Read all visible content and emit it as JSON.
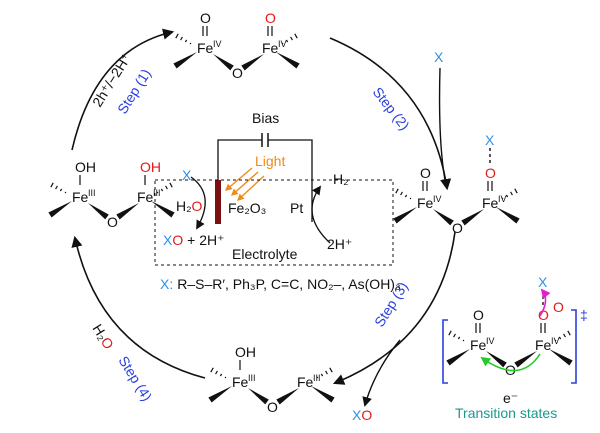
{
  "colors": {
    "step": "#2a3fe0",
    "x": "#2f8fe8",
    "oxygen": "#e01b1b",
    "light": "#f08a16",
    "transfer": "#22cc22",
    "oxo_transfer": "#e020d0",
    "ts": "#1a9a8a",
    "electrode": "#7a1010"
  },
  "steps": [
    "Step (1)",
    "Step (2)",
    "Step (3)",
    "Step (4)"
  ],
  "step1_reagent": "2h⁺/−2H⁺",
  "step2_reagent": "X",
  "step3_product": {
    "x": "X",
    "o": "O"
  },
  "step4_reagent": {
    "h2": "H₂",
    "o": "O"
  },
  "complexes": {
    "top": {
      "left_ox": "IV",
      "right_ox": "IV",
      "left_sub": "O",
      "right_sub": "O",
      "bridge": "O"
    },
    "left": {
      "left_ox": "III",
      "right_ox": "III",
      "left_sub": "OH",
      "right_sub": "OH",
      "bridge": "O"
    },
    "right": {
      "left_ox": "IV",
      "right_ox": "IV",
      "left_sub": "O",
      "right_sub": "O",
      "bridge": "O",
      "ligand": "X"
    },
    "bottom": {
      "left_ox": "III",
      "right_ox": "III",
      "left_sub": "OH",
      "bridge": "O"
    },
    "ts": {
      "left_ox": "IV",
      "right_ox": "IV",
      "left_sub": "O",
      "right_sub": "O",
      "bridge": "O",
      "ligand": "X",
      "moving_o": "O"
    }
  },
  "fe": "Fe",
  "cell": {
    "bias": "Bias",
    "light": "Light",
    "x": "X",
    "h2o_h2": "H₂",
    "h2o_o": "O",
    "photoanode": "Fe₂O₃",
    "cathode": "Pt",
    "h2": "H₂",
    "protons": "2H⁺",
    "product_x": "X",
    "product_o": "O",
    "product_rest": " + 2H⁺",
    "electrolyte": "Electrolyte"
  },
  "substrates": {
    "label": "X:",
    "list": "R–S–R′, Ph₃P, C=C, NO₂–, As(OH)₃"
  },
  "transition": {
    "double_dagger": "‡",
    "electron": "e⁻",
    "label": "Transition states"
  }
}
